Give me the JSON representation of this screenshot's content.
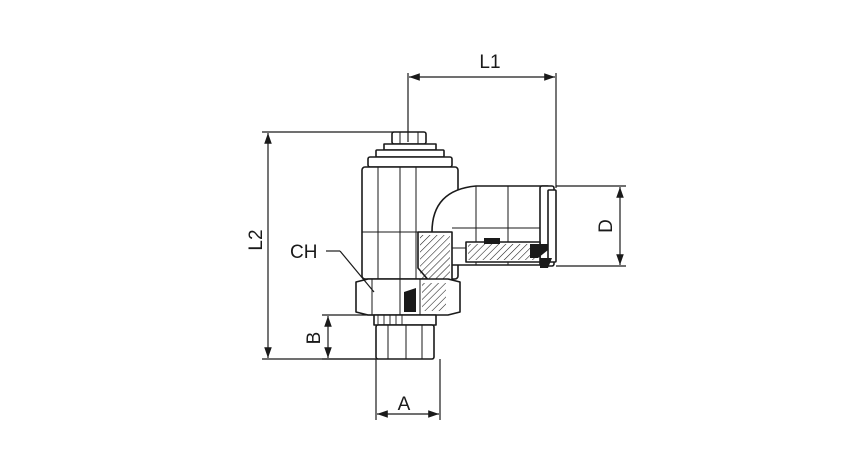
{
  "labels": {
    "l1": "L1",
    "l2": "L2",
    "ch": "CH",
    "b": "B",
    "a": "A",
    "d": "D"
  }
}
